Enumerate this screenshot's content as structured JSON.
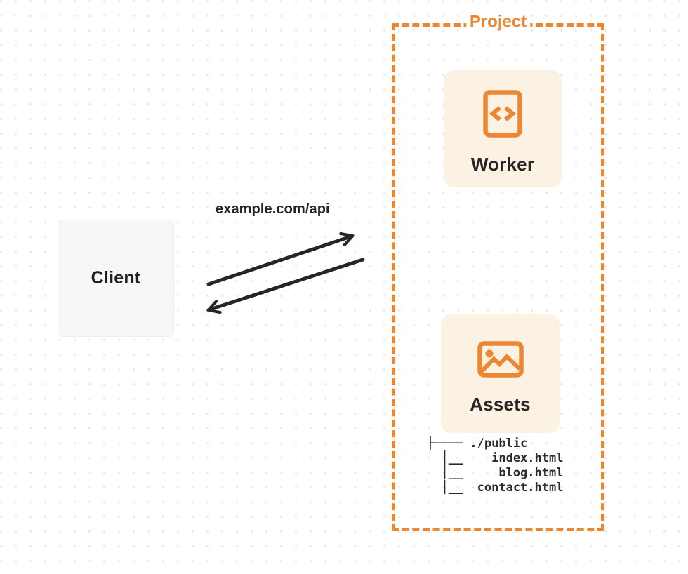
{
  "diagram": {
    "client": {
      "label": "Client"
    },
    "request_label": "example.com/api",
    "project": {
      "label": "Project",
      "worker": {
        "label": "Worker",
        "icon": "code-document-icon"
      },
      "assets": {
        "label": "Assets",
        "icon": "image-icon"
      },
      "file_tree": [
        "├──── ./public",
        "  │__    index.html",
        "  │__     blog.html",
        "  │__  contact.html"
      ]
    },
    "colors": {
      "accent": "#EC8630",
      "card_bg": "#FCF2E4",
      "client_bg": "#F7F7F8",
      "ink": "#262626"
    }
  }
}
